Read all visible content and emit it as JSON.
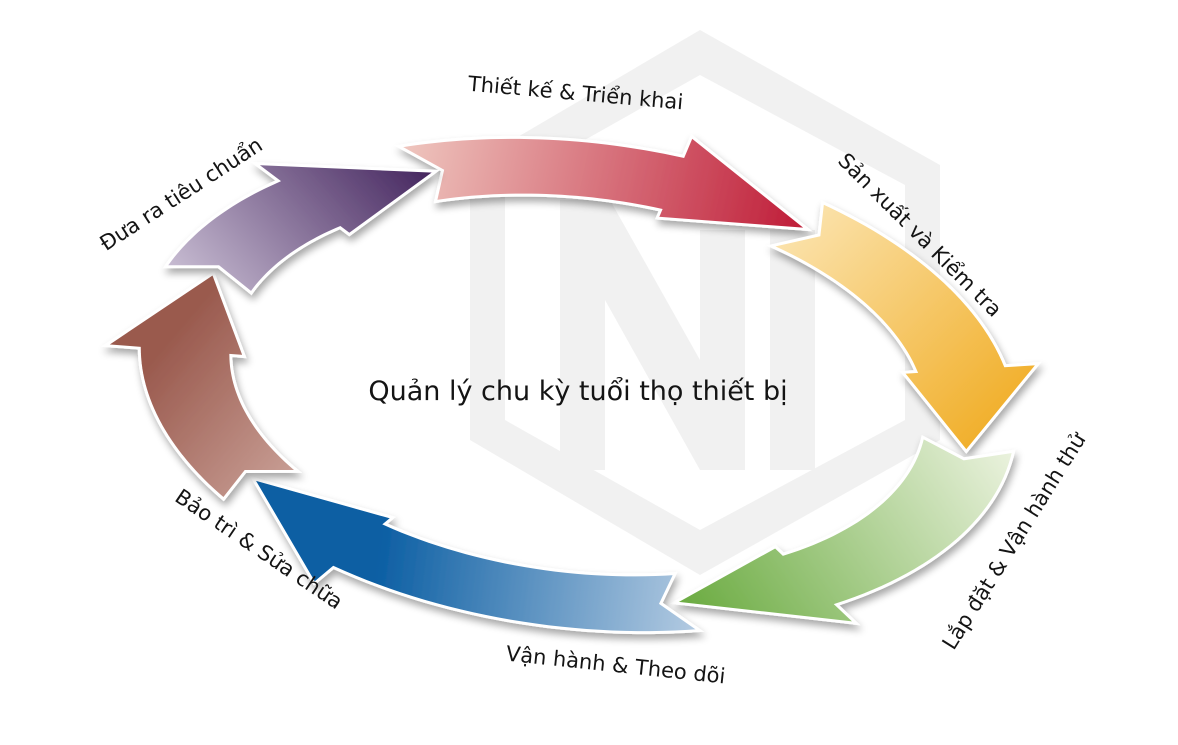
{
  "diagram": {
    "title": "Quản lý chu kỳ tuổi thọ  thiết bị",
    "stages": [
      {
        "label": "Thiết kế & Triển khai",
        "color_from": "#f2d2c8",
        "color_to": "#c0203b"
      },
      {
        "label": "Sản xuất và Kiểm tra",
        "color_from": "#fdecc4",
        "color_to": "#f1b02d"
      },
      {
        "label": "Lắp đặt & Vận hành thử",
        "color_from": "#eef4e2",
        "color_to": "#6ead45"
      },
      {
        "label": "Vận hành & Theo dõi",
        "color_from": "#dfe7f2",
        "color_to": "#0b5ea3"
      },
      {
        "label": "Bảo trì & Sửa chữa",
        "color_from": "#f0d9d2",
        "color_to": "#9a5a4e"
      },
      {
        "label": "Đưa ra tiêu chuẩn",
        "color_from": "#ddd5e5",
        "color_to": "#3d1d58"
      }
    ],
    "watermark": {
      "icon": "logo-watermark-icon",
      "color": "#e6e6e6"
    }
  }
}
